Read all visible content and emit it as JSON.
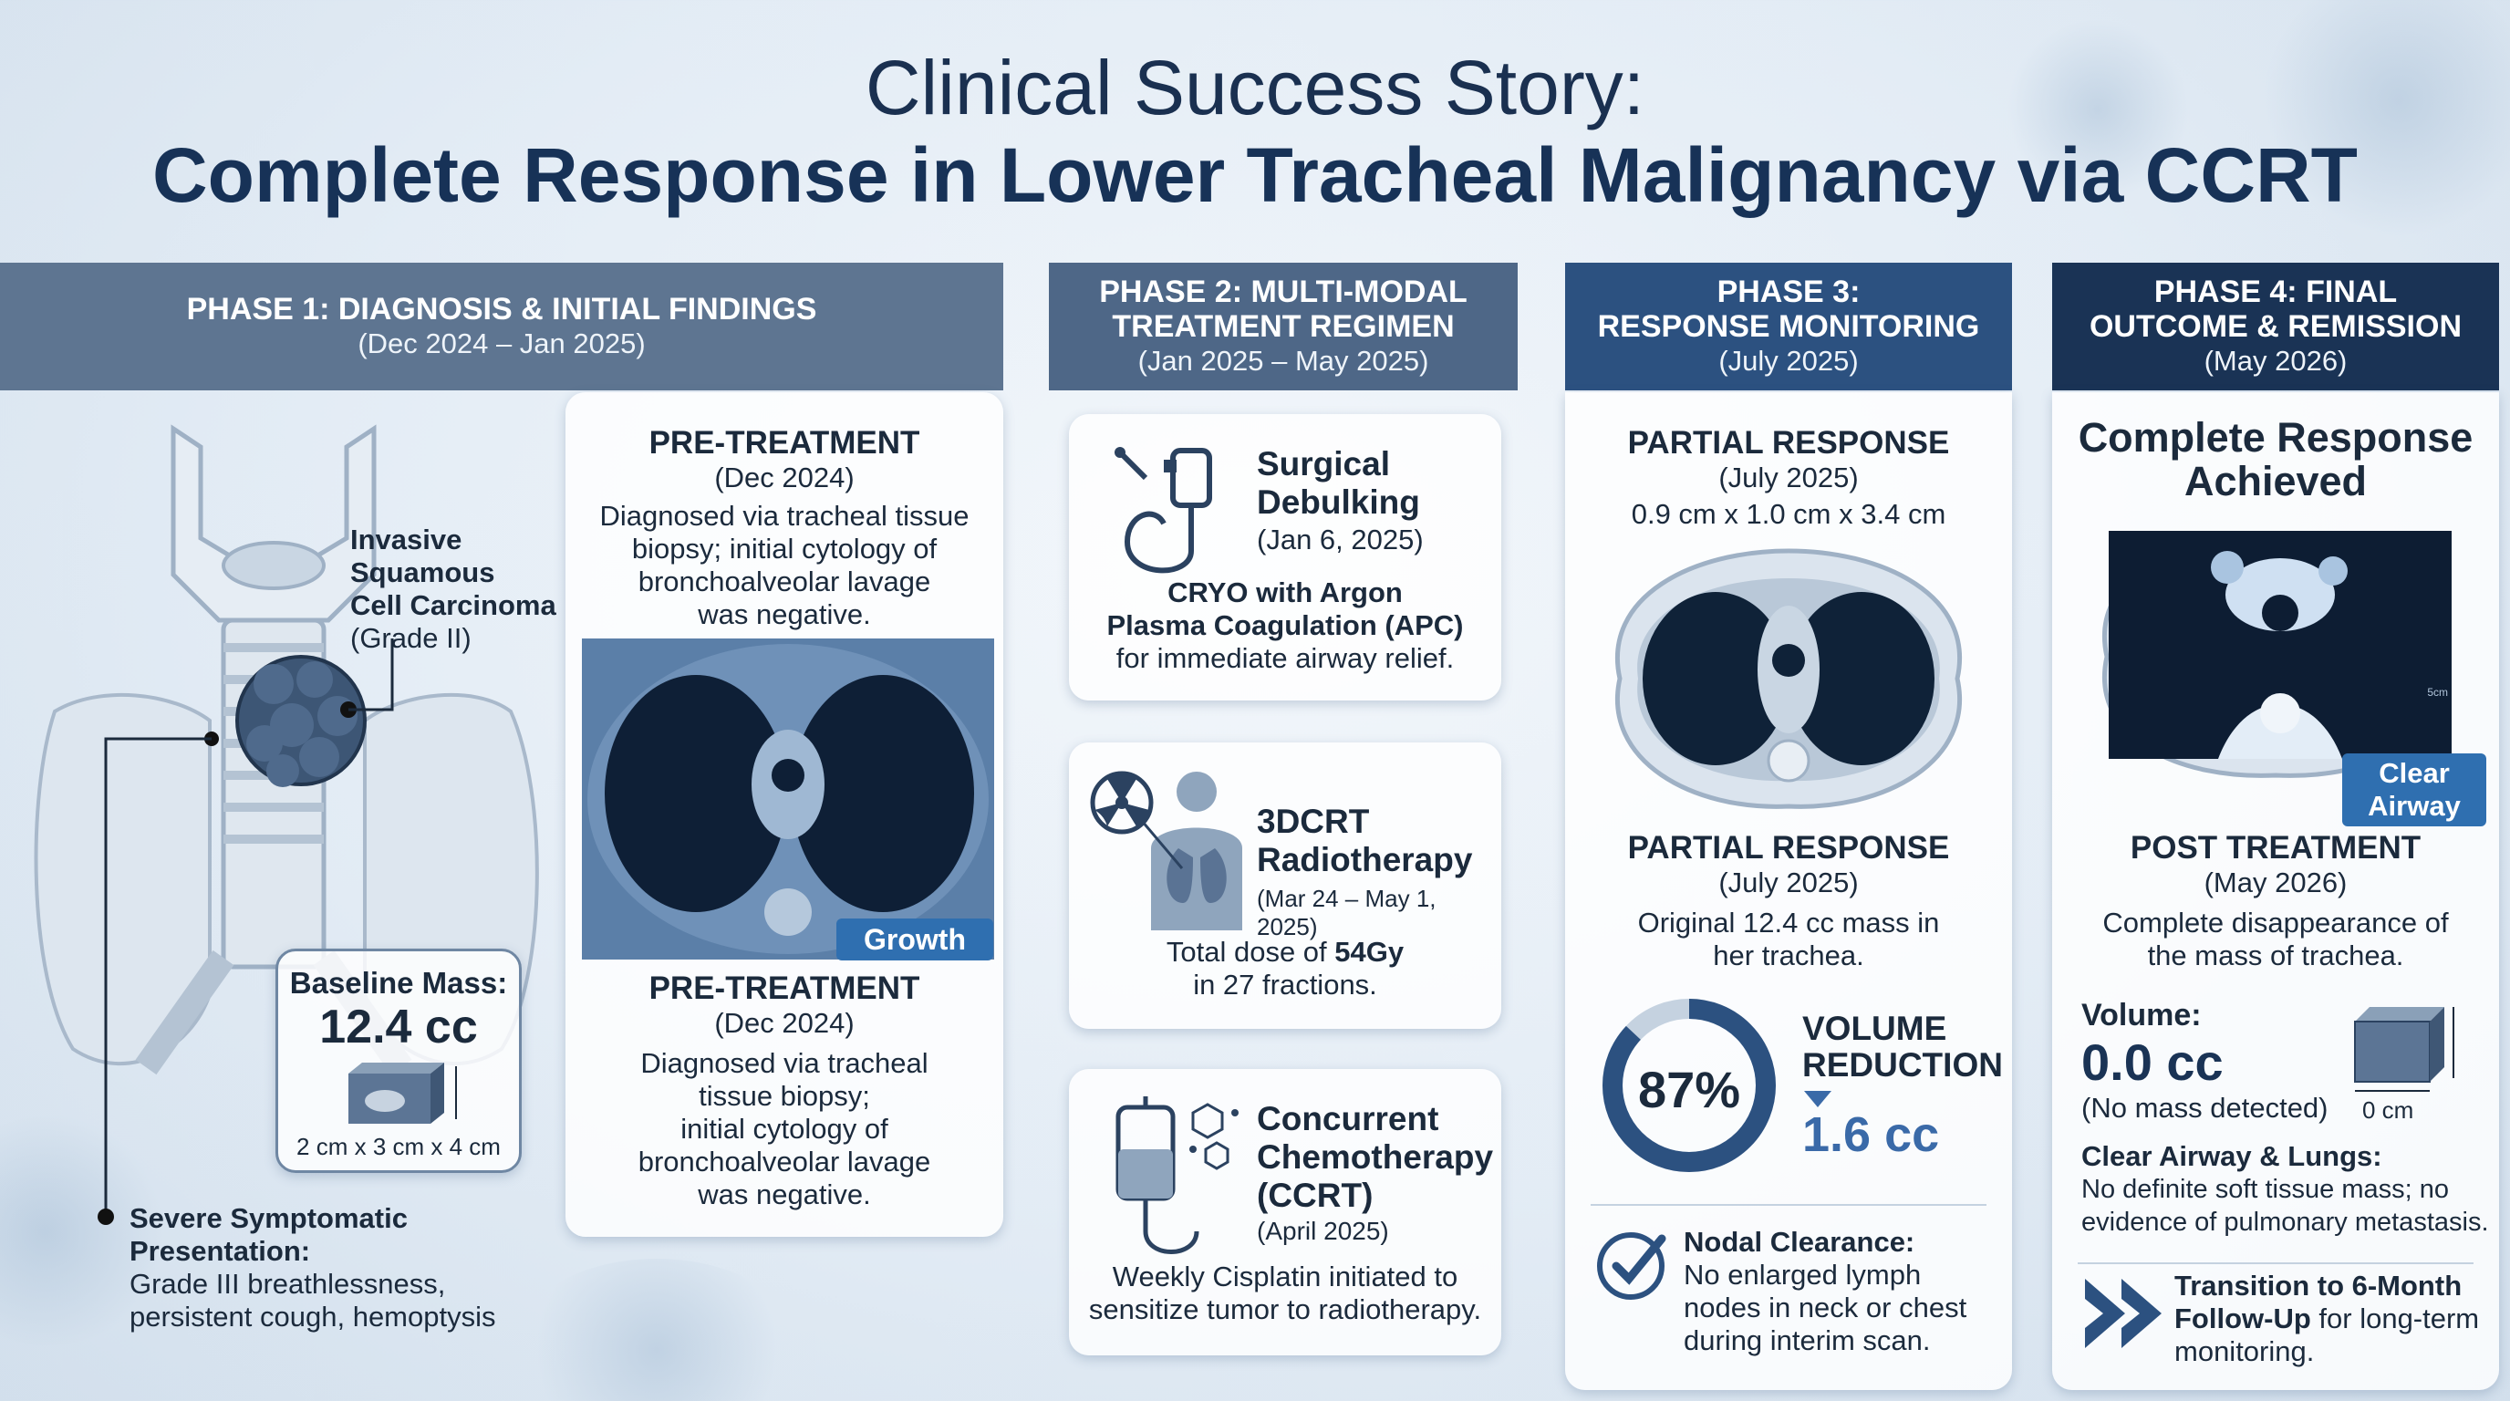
{
  "title": {
    "line1": "Clinical Success Story:",
    "line2": "Complete Response in Lower Tracheal Malignancy via CCRT"
  },
  "phase1": {
    "header": "PHASE 1: DIAGNOSIS & INITIAL FINDINGS",
    "dates": "(Dec 2024 – Jan 2025)",
    "diagnosis": {
      "l1": "Invasive",
      "l2": "Squamous",
      "l3": "Cell Carcinoma",
      "grade": "(Grade II)"
    },
    "baseline": {
      "label": "Baseline Mass:",
      "value": "12.4 cc",
      "dims": "2 cm x 3 cm x 4 cm"
    },
    "symptoms": {
      "title1": "Severe Symptomatic",
      "title2": "Presentation:",
      "l1": "Grade III breathlessness,",
      "l2": "persistent cough, hemoptysis"
    },
    "pre1": {
      "title": "PRE-TREATMENT",
      "date": "(Dec 2024)",
      "l1": "Diagnosed via tracheal tissue",
      "l2": "biopsy; initial cytology of",
      "l3": "bronchoalveolar lavage",
      "l4": "was negative."
    },
    "scan_tag": "Growth",
    "pre2": {
      "title": "PRE-TREATMENT",
      "date": "(Dec 2024)",
      "l1": "Diagnosed via tracheal",
      "l2": "tissue biopsy;",
      "l3": "initial cytology of",
      "l4": "bronchoalveolar lavage",
      "l5": "was negative."
    }
  },
  "phase2": {
    "header": "PHASE 2: MULTI-MODAL\nTREATMENT REGIMEN",
    "dates": "(Jan 2025 – May 2025)",
    "surgery": {
      "t1": "Surgical",
      "t2": "Debulking",
      "date": "(Jan 6, 2025)",
      "b1": "CRYO with Argon",
      "b2": "Plasma Coagulation (APC)",
      "b3": "for immediate airway relief."
    },
    "radio": {
      "t1": "3DCRT",
      "t2": "Radiotherapy",
      "date": "(Mar 24 – May 1, 2025)",
      "b1a": "Total dose of ",
      "b1b": "54Gy",
      "b2": "in 27 fractions."
    },
    "chemo": {
      "t1": "Concurrent",
      "t2": "Chemotherapy",
      "t3": "(CCRT)",
      "date": "(April 2025)",
      "b1": "Weekly Cisplatin initiated to",
      "b2": "sensitize tumor to radiotherapy."
    }
  },
  "phase3": {
    "header": "PHASE 3:\nRESPONSE MONITORING",
    "dates": "(July 2025)",
    "pr1": {
      "title": "PARTIAL RESPONSE",
      "date": "(July 2025)",
      "dims": "0.9 cm x 1.0 cm x 3.4 cm"
    },
    "pr2": {
      "title": "PARTIAL RESPONSE",
      "date": "(July 2025)",
      "l1": "Original 12.4 cc mass in",
      "l2": "her trachea."
    },
    "reduction": {
      "percent": "87%",
      "percent_value": 87,
      "l1": "VOLUME",
      "l2": "REDUCTION",
      "value": "1.6 cc"
    },
    "nodal": {
      "title": "Nodal Clearance:",
      "l1": "No enlarged lymph",
      "l2": "nodes in neck or chest",
      "l3": "during interim scan."
    }
  },
  "phase4": {
    "header": "PHASE 4: FINAL\nOUTCOME & REMISSION",
    "dates": "(May 2026)",
    "cr": {
      "l1": "Complete Response",
      "l2": "Achieved"
    },
    "tag": {
      "l1": "Clear",
      "l2": "Airway"
    },
    "scan_mark": "5cm",
    "post": {
      "title": "POST TREATMENT",
      "date": "(May 2026)",
      "l1": "Complete disappearance of",
      "l2": "the mass of trachea."
    },
    "volume": {
      "label": "Volume:",
      "value": "0.0 cc",
      "note": "(No mass detected)",
      "cube": "0 cm"
    },
    "lungs": {
      "title": "Clear Airway & Lungs:",
      "l1": "No definite soft tissue mass; no",
      "l2": "evidence of pulmonary metastasis."
    },
    "followup": {
      "b1": "Transition to 6-Month",
      "b2": "Follow-Up",
      "rest": " for long-term",
      "l3": "monitoring."
    }
  },
  "colors": {
    "phase1": "#5e7591",
    "phase2": "#4e6787",
    "phase3": "#2c5180",
    "phase4": "#1a3355",
    "accent": "#2f6fb0",
    "title": "#173257"
  }
}
